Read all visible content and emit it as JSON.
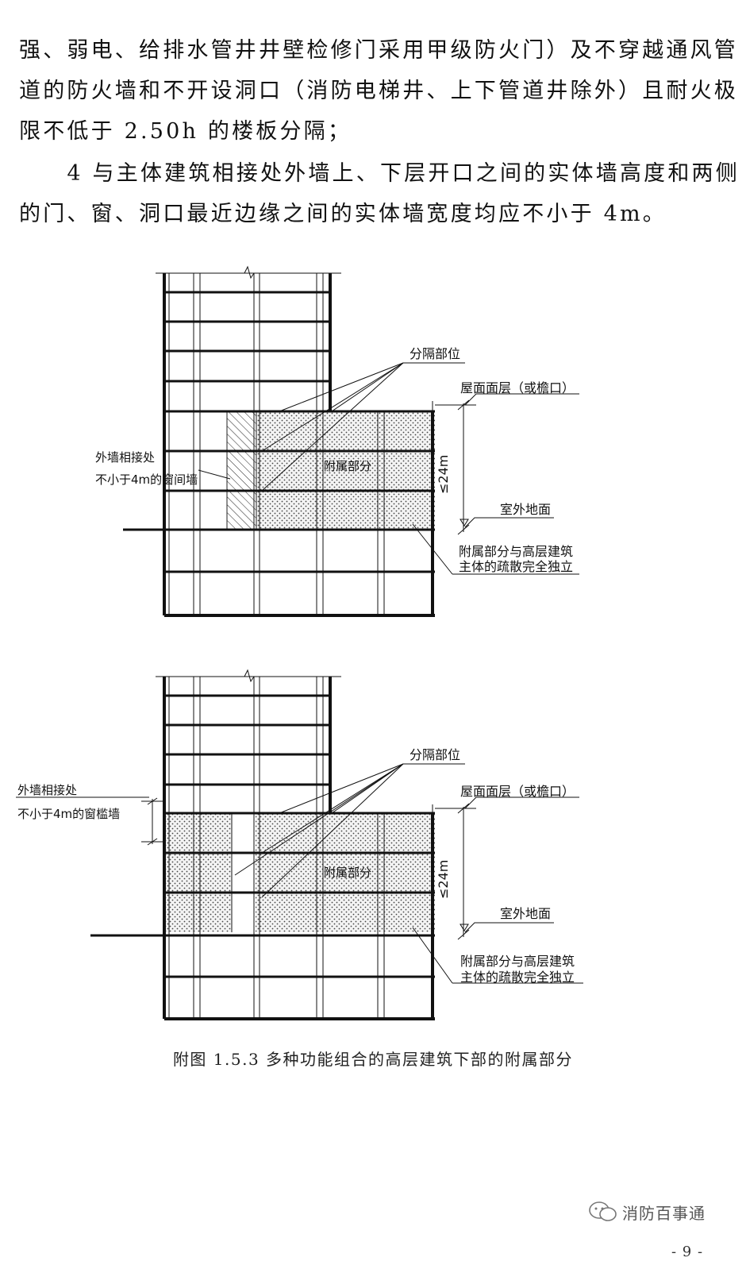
{
  "text": {
    "p1_lines": [
      "强、弱电、给排水管井井壁检修门采用甲级防火门）及不穿越通风管",
      "道的防火墙和不开设洞口（消防电梯井、上下管道井除外）且耐火极",
      "限不低于 2.50h 的楼板分隔；"
    ],
    "p2_lines": [
      "　　4 与主体建筑相接处外墙上、下层开口之间的实体墙高度和两侧",
      "的门、窗、洞口最近边缘之间的实体墙宽度均应不小于 4m。"
    ]
  },
  "figure1": {
    "label_partition": "分隔部位",
    "label_roof": "屋面面层（或檐口）",
    "label_height": "≤24m",
    "label_outdoor": "室外地面",
    "label_annex": "附属部分",
    "label_wall_1": "外墙相接处",
    "label_wall_2": "不小于4m的窗间墙",
    "label_evac_1": "附属部分与高层建筑",
    "label_evac_2": "主体的疏散完全独立"
  },
  "figure2": {
    "label_partition": "分隔部位",
    "label_roof": "屋面面层（或檐口）",
    "label_height": "≤24m",
    "label_outdoor": "室外地面",
    "label_annex": "附属部分",
    "label_wall_1": "外墙相接处",
    "label_wall_2": "不小于4m的窗槛墙",
    "label_evac_1": "附属部分与高层建筑",
    "label_evac_2": "主体的疏散完全独立"
  },
  "caption": "附图 1.5.3  多种功能组合的高层建筑下部的附属部分",
  "watermark": {
    "text": "消防百事通",
    "icon": "wechat-icon"
  },
  "page_number": "- 9 -"
}
